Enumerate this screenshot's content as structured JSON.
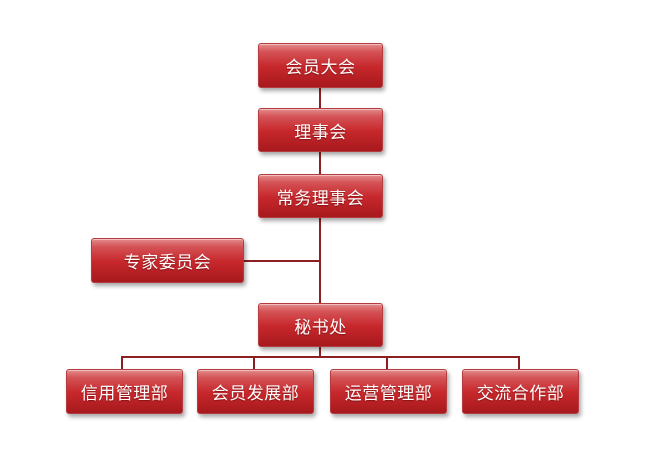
{
  "nodes": {
    "general_assembly": "会员大会",
    "council": "理事会",
    "standing_council": "常务理事会",
    "expert_committee": "专家委员会",
    "secretariat": "秘书处",
    "departments": [
      "信用管理部",
      "会员发展部",
      "运营管理部",
      "交流合作部"
    ]
  },
  "colors": {
    "node_fill": "#c7282c",
    "node_border": "#b43b3e",
    "connector": "#8c1f22",
    "text": "#ffffff"
  }
}
